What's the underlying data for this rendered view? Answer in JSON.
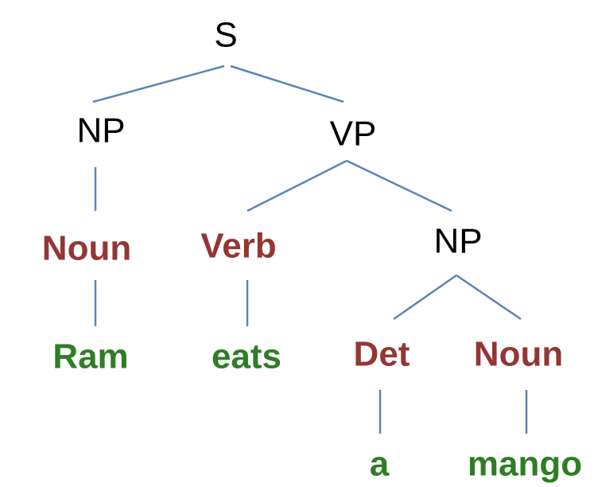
{
  "colors": {
    "phrase": "#000000",
    "pos": "#943634",
    "word": "#2f7d24",
    "edge": "#5b84b8"
  },
  "nodes": {
    "s": "S",
    "np1": "NP",
    "vp": "VP",
    "noun1": "Noun",
    "ram": "Ram",
    "verb": "Verb",
    "eats": "eats",
    "np2": "NP",
    "det": "Det",
    "noun2": "Noun",
    "a": "a",
    "mango": "mango"
  }
}
